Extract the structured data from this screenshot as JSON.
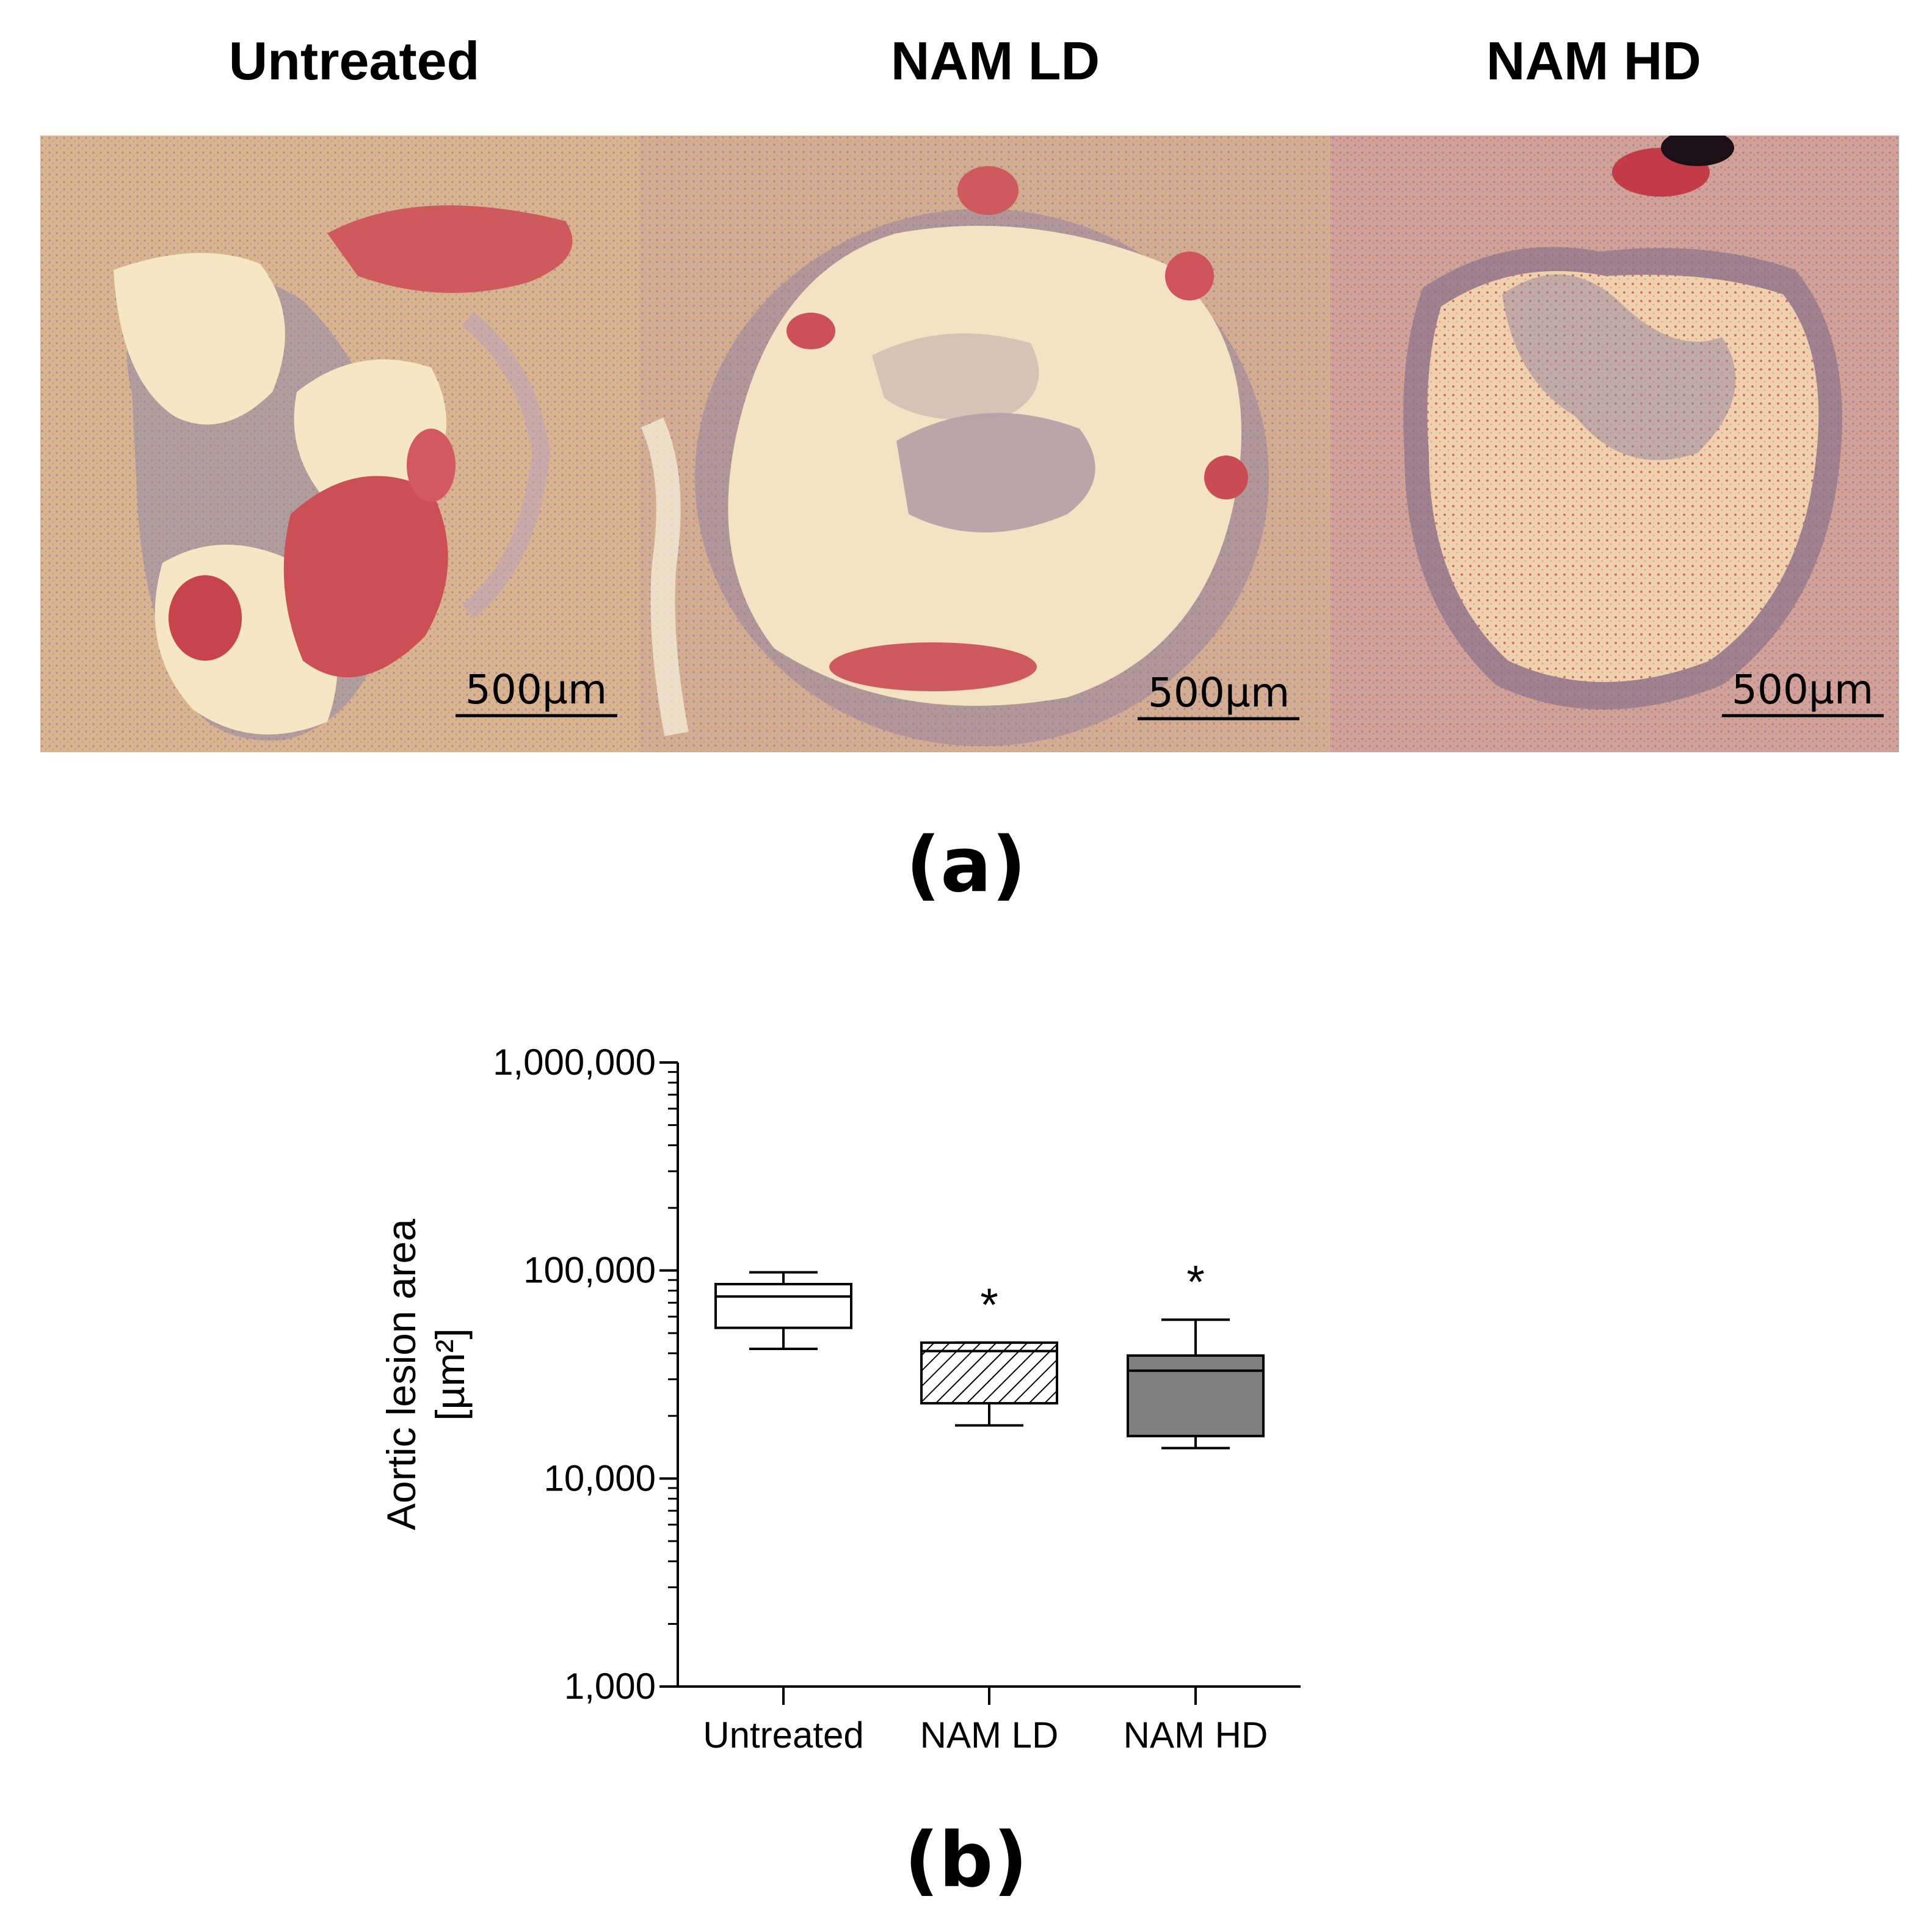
{
  "panels": [
    {
      "title": "Untreated",
      "scale_label": "500µm"
    },
    {
      "title": "NAM LD",
      "scale_label": "500µm"
    },
    {
      "title": "NAM HD",
      "scale_label": "500µm"
    }
  ],
  "subfigure_labels": {
    "a": "(a)",
    "b": "(b)"
  },
  "chart_data": {
    "type": "box",
    "y_scale": "log",
    "ylim": [
      1000,
      1000000
    ],
    "yticks": [
      1000,
      10000,
      100000,
      1000000
    ],
    "ytick_labels": [
      "1,000",
      "10,000",
      "100,000",
      "1,000,000"
    ],
    "ylabel_line1": "Aortic lesion area",
    "ylabel_line2": "[µm²]",
    "categories": [
      "Untreated",
      "NAM LD",
      "NAM HD"
    ],
    "boxes": [
      {
        "category": "Untreated",
        "min": 42000,
        "q1": 53000,
        "median": 75000,
        "q3": 86000,
        "max": 98000,
        "fill": "#ffffff",
        "pattern": "none",
        "significance": ""
      },
      {
        "category": "NAM LD",
        "min": 18000,
        "q1": 23000,
        "median": 41000,
        "q3": 45000,
        "max": 45000,
        "fill": "#ffffff",
        "pattern": "hatch",
        "significance": "*"
      },
      {
        "category": "NAM HD",
        "min": 14000,
        "q1": 16000,
        "median": 33000,
        "q3": 39000,
        "max": 58000,
        "fill": "#808080",
        "pattern": "none",
        "significance": "*"
      }
    ]
  }
}
